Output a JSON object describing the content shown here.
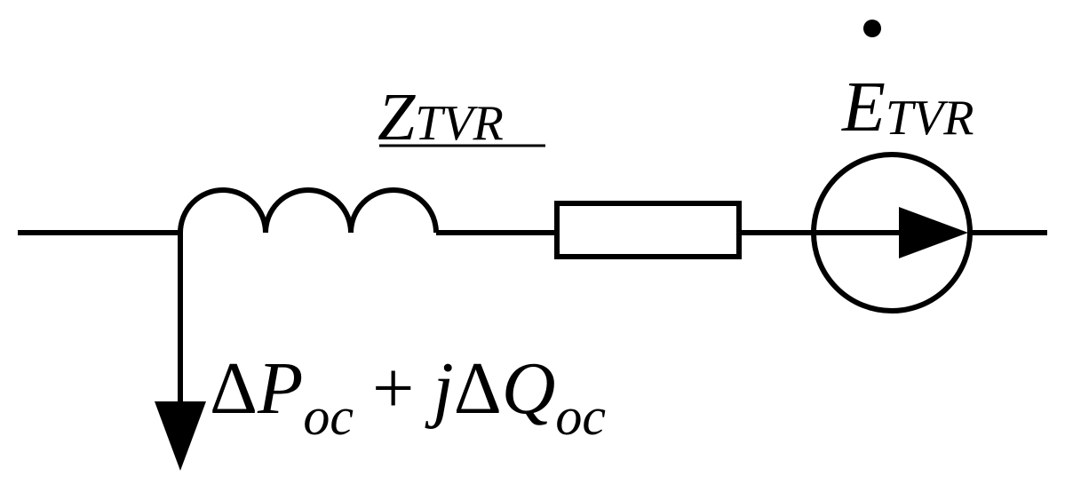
{
  "diagram": {
    "impedance_label": {
      "main": "Z",
      "subscript": "TVR"
    },
    "source_label": {
      "main": "E",
      "subscript": "TVR"
    },
    "load_label": {
      "delta1": "Δ",
      "p": "P",
      "p_sub": "oc",
      "plus": " + ",
      "j": "j",
      "delta2": "Δ",
      "q": "Q",
      "q_sub": "oc"
    },
    "colors": {
      "line": "#000000",
      "background": "#ffffff"
    }
  }
}
